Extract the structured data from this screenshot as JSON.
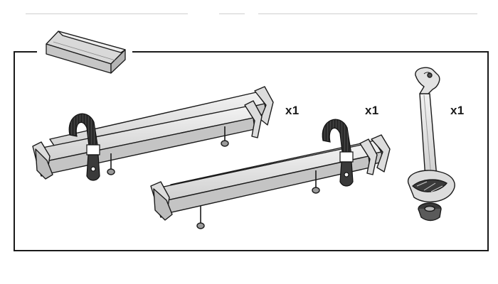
{
  "diagram": {
    "parts": [
      {
        "id": "wheel-tray-pair-left",
        "quantity": "x1"
      },
      {
        "id": "wheel-tray-pair-middle",
        "quantity": "x1"
      },
      {
        "id": "frame-holder-arm",
        "quantity": "x1"
      }
    ],
    "icons": {
      "box_accessory": "accessory-tray-icon",
      "wheel_tray": "wheel-tray-icon",
      "strap": "wheel-strap-icon",
      "arm": "frame-holder-arm-icon"
    },
    "colors": {
      "outline": "#1a1a1a",
      "fill": "#e4e4e4",
      "shade": "#bdbdbd",
      "frame": "#1a1a1a"
    }
  }
}
